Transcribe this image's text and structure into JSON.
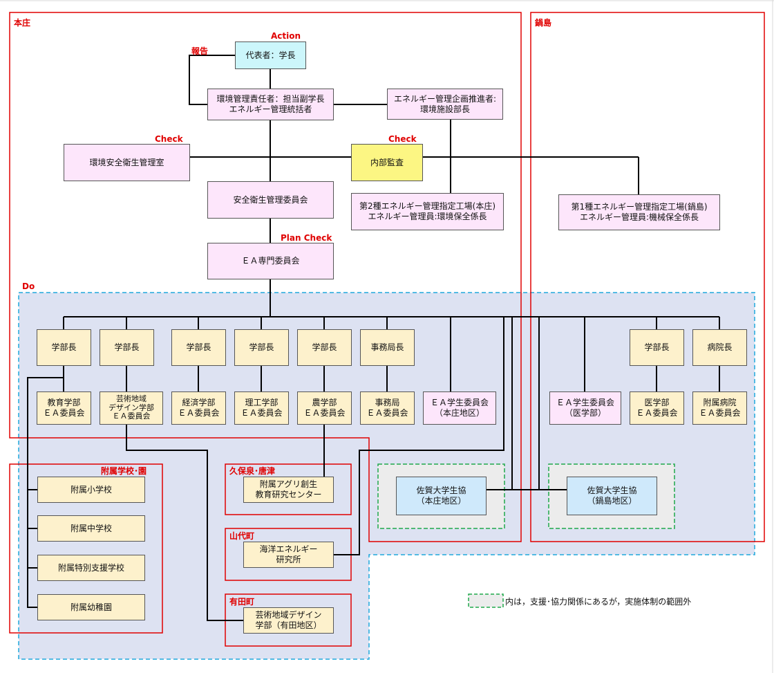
{
  "regions": {
    "honjo": "本庄",
    "nabeshima": "鍋島",
    "do": "Do",
    "fuzoku": "附属学校･園",
    "kubo": "久保泉･唐津",
    "yamashiro": "山代町",
    "arita": "有田町"
  },
  "phases": {
    "action": "Action",
    "report": "報告",
    "check_left": "Check",
    "check_right": "Check",
    "plan_check": "Plan Check"
  },
  "boxes": {
    "representative": "代表者：学長",
    "env_manager": "環境管理責任者：担当副学長\nエネルギー管理統括者",
    "energy_planner": "エネルギー管理企画推進者:\n環境施設部長",
    "safety_office": "環境安全衛生管理室",
    "internal_audit": "内部監査",
    "safety_committee": "安全衛生管理委員会",
    "factory_honjo": "第2種エネルギー管理指定工場(本庄)\nエネルギー管理員:環境保全係長",
    "factory_nabeshima": "第1種エネルギー管理指定工場(鍋島)\nエネルギー管理員:機械保全係長",
    "ea_committee": "ＥＡ専門委員会",
    "dean_edu": "学部長",
    "dean_art": "学部長",
    "dean_econ": "学部長",
    "dean_sci": "学部長",
    "dean_agri": "学部長",
    "admin_head": "事務局長",
    "dean_med": "学部長",
    "hospital_head": "病院長",
    "ea_edu": "教育学部\nＥＡ委員会",
    "ea_art": "芸術地域\nデザイン学部\nＥＡ委員会",
    "ea_econ": "経済学部\nＥＡ委員会",
    "ea_sci": "理工学部\nＥＡ委員会",
    "ea_agri": "農学部\nＥＡ委員会",
    "ea_admin": "事務局\nＥＡ委員会",
    "ea_student_honjo": "ＥＡ学生委員会\n（本庄地区）",
    "ea_student_med": "ＥＡ学生委員会\n（医学部）",
    "ea_med": "医学部\nＥＡ委員会",
    "ea_hospital": "附属病院\nＥＡ委員会",
    "elementary": "附属小学校",
    "junior_high": "附属中学校",
    "special_support": "附属特別支援学校",
    "kindergarten": "附属幼稚園",
    "agri_center": "附属アグリ創生\n教育研究センター",
    "ocean_energy": "海洋エネルギー\n研究所",
    "art_arita": "芸術地域デザイン\n学部（有田地区）",
    "coop_honjo": "佐賀大学生協\n（本庄地区）",
    "coop_nabeshima": "佐賀大学生協\n（鍋島地区）"
  },
  "legend_note": "内は，支援･協力関係にあるが，実施体制の範囲外",
  "colors": {
    "region_border": "#e00000",
    "do_border": "#1ea8dc",
    "do_fill": "#dde2f2",
    "coop_border": "#1fa84a",
    "coop_fill": "#ececec"
  }
}
